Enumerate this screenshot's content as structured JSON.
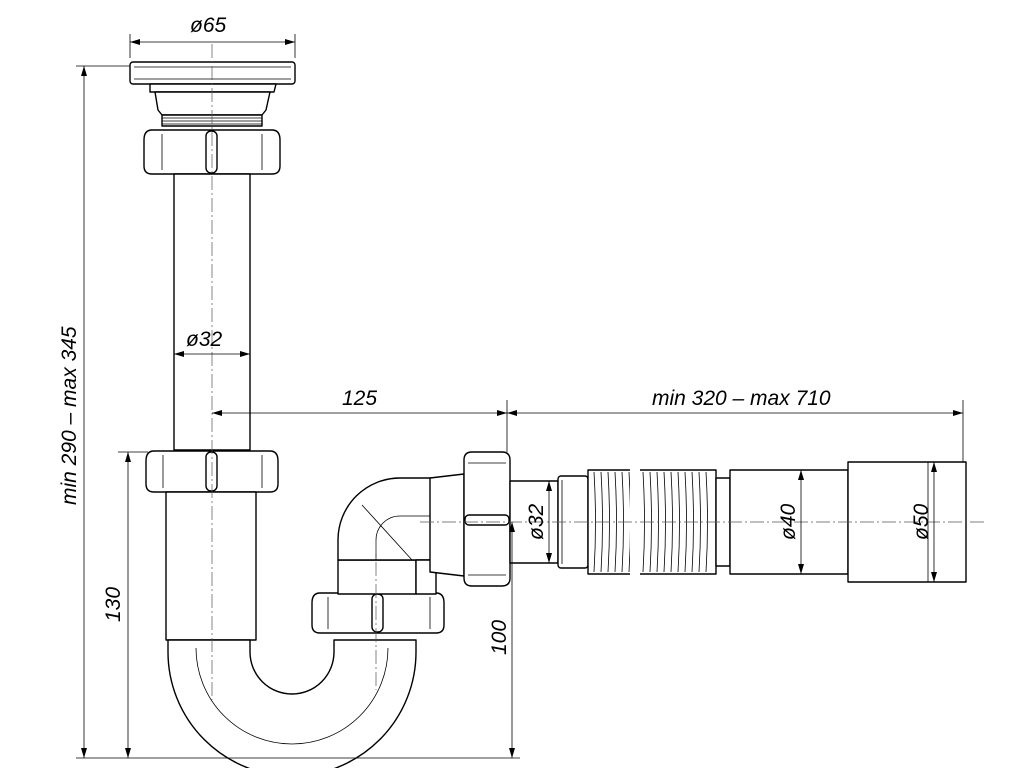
{
  "dimensions": {
    "top_diameter": "ø65",
    "vertical_pipe_diameter": "ø32",
    "outlet_diameter": "ø32",
    "corrugated_diameter": "ø40",
    "end_diameter": "ø50",
    "horizontal_offset": "125",
    "total_height": "min 290 – max 345",
    "hose_length": "min 320 – max 710",
    "trap_height": "130",
    "outlet_height": "100"
  }
}
